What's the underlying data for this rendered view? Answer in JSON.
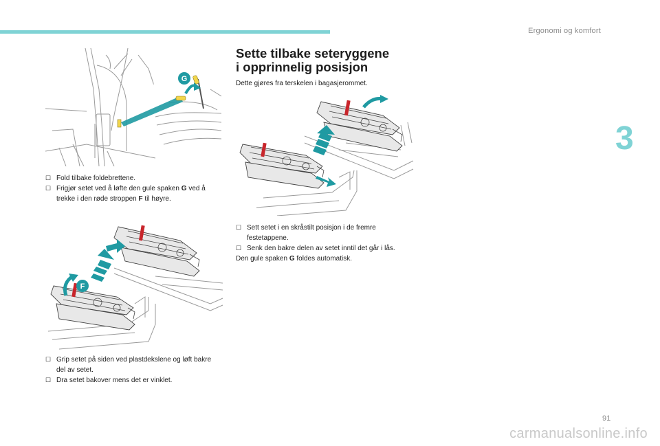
{
  "header": {
    "section": "Ergonomi og komfort",
    "chapter": "3"
  },
  "page_number": "91",
  "watermark": "carmanualsonline.info",
  "colors": {
    "accent": "#7fd3d5",
    "teal_arrow": "#1f9aa2",
    "lever_yellow": "#f2d64b",
    "strap_red": "#c8252b"
  },
  "left": {
    "figure1": {
      "callout": "G"
    },
    "list1": {
      "item1": "Fold tilbake foldebrettene.",
      "item2_a": "Frigjør setet ved å løfte den gule spaken ",
      "item2_b": "G",
      "item2_c": " ved å trekke i den røde stroppen ",
      "item2_d": "F",
      "item2_e": " til høyre."
    },
    "figure2": {
      "callout": "F"
    },
    "list2": {
      "item1": "Grip setet på siden ved plastdekslene og løft bakre del av setet.",
      "item2": "Dra setet bakover mens det er vinklet."
    }
  },
  "right": {
    "heading_line1": "Sette tilbake seteryggene",
    "heading_line2": "i opprinnelig posisjon",
    "intro": "Dette gjøres fra terskelen i bagasjerommet.",
    "list": {
      "item1": "Sett setet i en skråstilt posisjon i de fremre festetappene.",
      "item2": "Senk den bakre delen av setet inntil det går i lås."
    },
    "closing_a": "Den gule spaken ",
    "closing_b": "G",
    "closing_c": " foldes automatisk."
  }
}
